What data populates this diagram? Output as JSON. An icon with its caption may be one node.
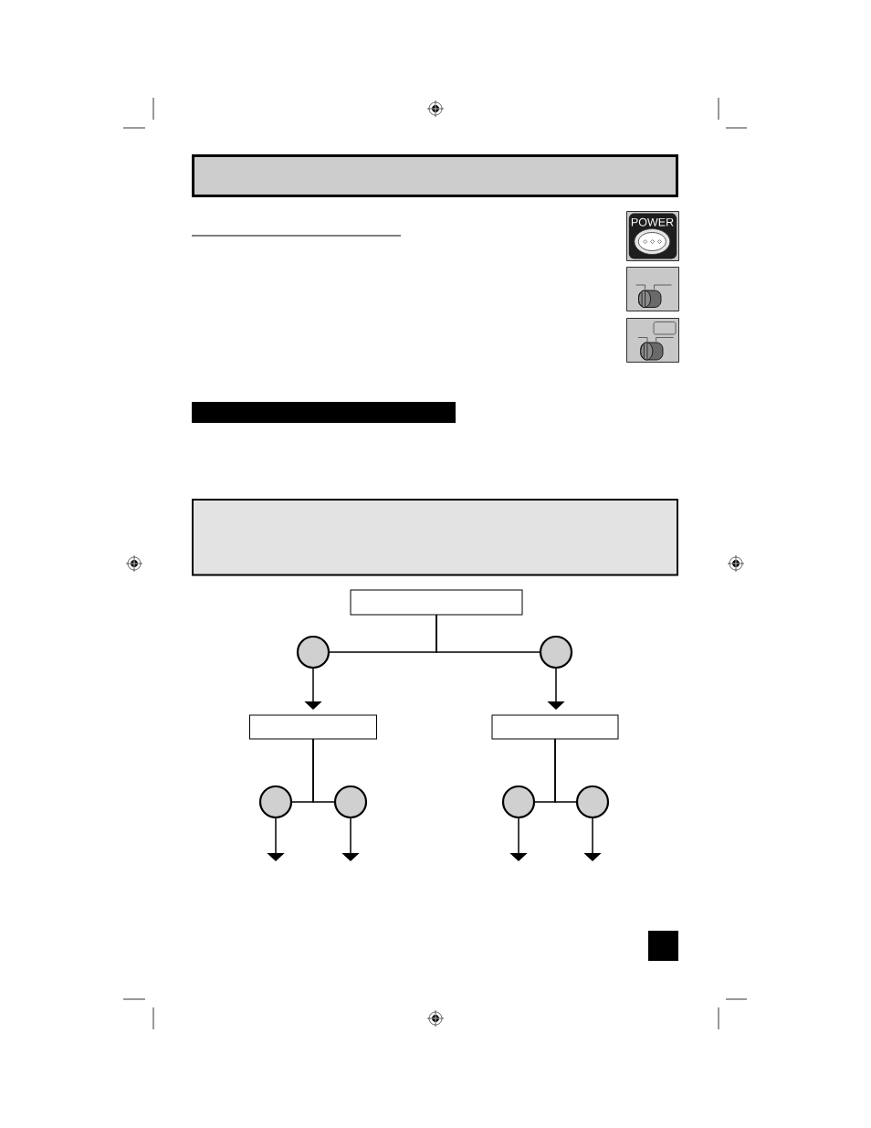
{
  "diagram": {
    "nodes": [
      {
        "text": [],
        "shape": "box"
      },
      {
        "text": [],
        "shape": "bar"
      },
      {
        "text": [],
        "shape": "box"
      },
      {
        "text": [],
        "shape": "box"
      },
      {
        "text": [],
        "shape": "circle"
      },
      {
        "text": [],
        "shape": "circle"
      },
      {
        "text": [],
        "shape": "box"
      },
      {
        "text": [],
        "shape": "box"
      },
      {
        "text": [],
        "shape": "circle"
      },
      {
        "text": [],
        "shape": "circle"
      },
      {
        "text": [],
        "shape": "circle"
      },
      {
        "text": [],
        "shape": "circle"
      }
    ],
    "edges": [
      {
        "from": 3,
        "to": 4,
        "arrow": "none"
      },
      {
        "from": 3,
        "to": 5,
        "arrow": "none"
      },
      {
        "from": 4,
        "to": 6,
        "arrow": "to"
      },
      {
        "from": 5,
        "to": 7,
        "arrow": "to"
      },
      {
        "from": 6,
        "to": 8,
        "arrow": "none"
      },
      {
        "from": 6,
        "to": 9,
        "arrow": "none"
      },
      {
        "from": 7,
        "to": 10,
        "arrow": "none"
      },
      {
        "from": 7,
        "to": 11,
        "arrow": "none"
      },
      {
        "from": 8,
        "to": null,
        "arrow": "to"
      },
      {
        "from": 9,
        "to": null,
        "arrow": "to"
      },
      {
        "from": 10,
        "to": null,
        "arrow": "to"
      },
      {
        "from": 11,
        "to": null,
        "arrow": "to"
      }
    ],
    "labels": [
      "POWER"
    ]
  }
}
